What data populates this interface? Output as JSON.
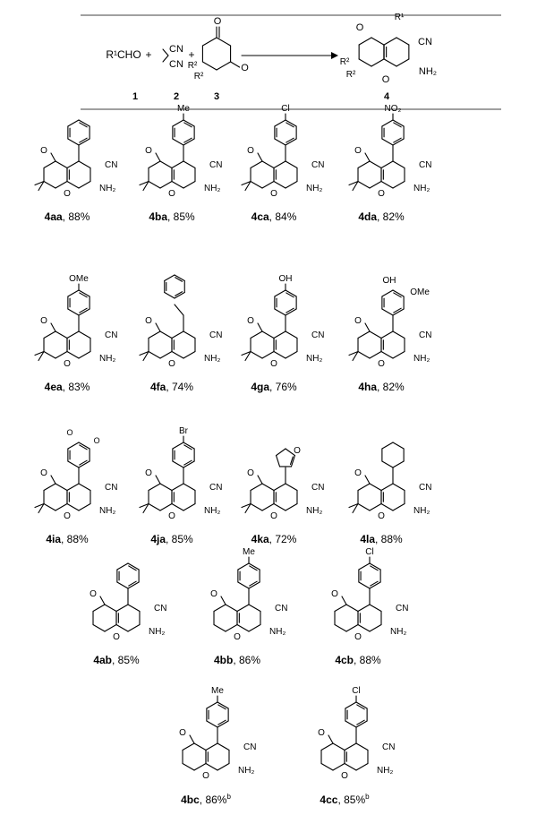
{
  "reaction": {
    "r1cho": "R¹CHO",
    "plus": "+",
    "cn": "CN",
    "r2": "R²",
    "nh2": "NH₂",
    "r1": "R¹",
    "o": "O",
    "numbers": [
      "1",
      "2",
      "3",
      "4"
    ]
  },
  "products": [
    {
      "id": "4aa",
      "yield": "88%",
      "substituent": "phenyl"
    },
    {
      "id": "4ba",
      "yield": "85%",
      "substituent": "Me"
    },
    {
      "id": "4ca",
      "yield": "84%",
      "substituent": "Cl"
    },
    {
      "id": "4da",
      "yield": "82%",
      "substituent": "NO₂"
    },
    {
      "id": "4ea",
      "yield": "83%",
      "substituent": "OMe"
    },
    {
      "id": "4fa",
      "yield": "74%",
      "substituent": "styryl"
    },
    {
      "id": "4ga",
      "yield": "76%",
      "substituent": "OH"
    },
    {
      "id": "4ha",
      "yield": "82%",
      "substituent": "OH / OMe"
    },
    {
      "id": "4ia",
      "yield": "88%",
      "substituent": "benzodioxole"
    },
    {
      "id": "4ja",
      "yield": "85%",
      "substituent": "Br"
    },
    {
      "id": "4ka",
      "yield": "72%",
      "substituent": "furyl"
    },
    {
      "id": "4la",
      "yield": "88%",
      "substituent": "cyclohexyl"
    },
    {
      "id": "4ab",
      "yield": "85%",
      "substituent": "phenyl"
    },
    {
      "id": "4bb",
      "yield": "86%",
      "substituent": "Me"
    },
    {
      "id": "4cb",
      "yield": "88%",
      "substituent": "Cl"
    },
    {
      "id": "4bc",
      "yield": "86%",
      "footnote": "b",
      "substituent": "Me"
    },
    {
      "id": "4cc",
      "yield": "85%",
      "footnote": "b",
      "substituent": "Cl"
    }
  ],
  "atoms": {
    "o": "O",
    "cn": "CN",
    "nh2": "NH₂",
    "me": "Me",
    "cl": "Cl",
    "br": "Br",
    "no2": "NO₂",
    "ome": "OMe",
    "oh": "OH"
  }
}
